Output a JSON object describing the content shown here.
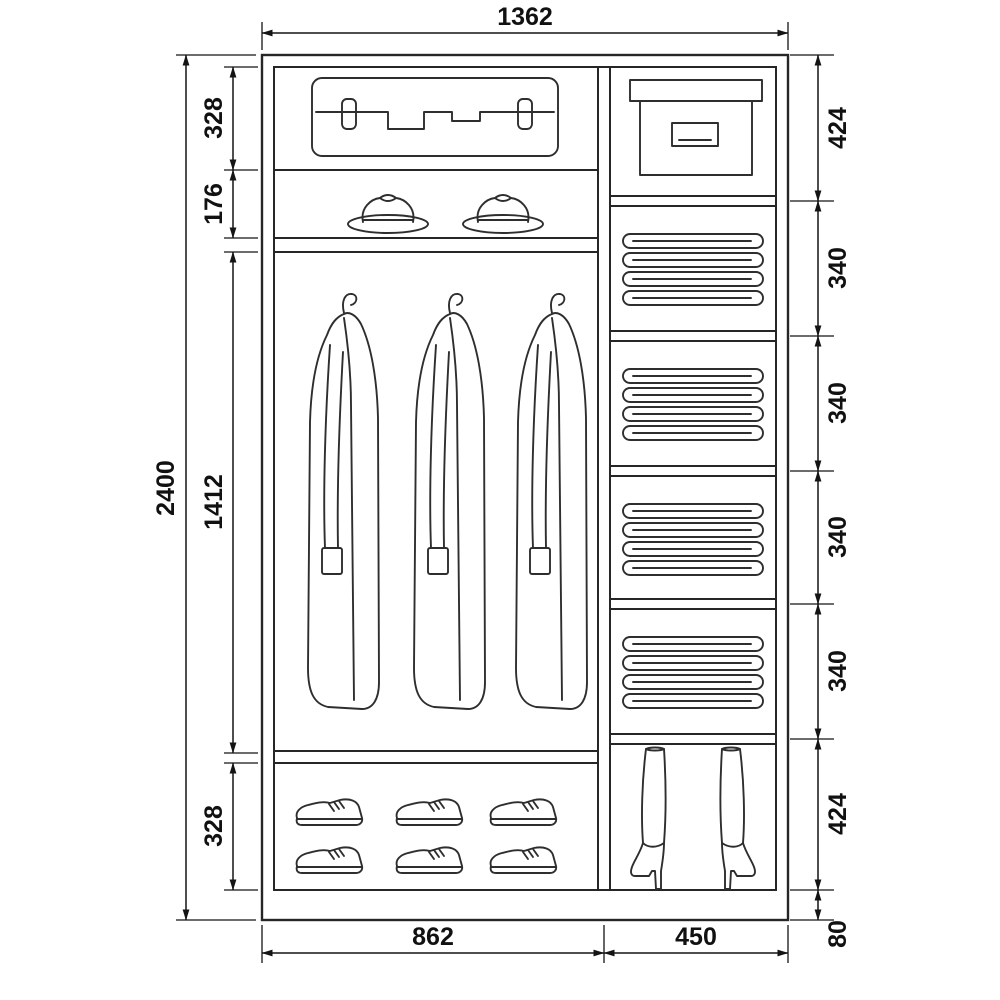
{
  "diagram": {
    "type": "wardrobe-interior-dimension-drawing",
    "overall_width": "1362",
    "overall_height": "2400",
    "left_column": {
      "width": "862",
      "top_section_height": "328",
      "top_section_content": "suitcase",
      "hat_shelf_height": "176",
      "hat_shelf_content": "hats",
      "hanging_section_height": "1412",
      "hanging_section_content": "coats-on-hangers",
      "shoe_section_height": "328",
      "shoe_section_content": "shoes"
    },
    "right_column": {
      "width": "450",
      "sections": [
        {
          "height": "424",
          "content": "storage-box"
        },
        {
          "height": "340",
          "content": "folded-linen"
        },
        {
          "height": "340",
          "content": "folded-linen"
        },
        {
          "height": "340",
          "content": "folded-linen"
        },
        {
          "height": "340",
          "content": "folded-linen"
        },
        {
          "height": "424",
          "content": "boots"
        }
      ]
    },
    "plinth_height": "80"
  }
}
